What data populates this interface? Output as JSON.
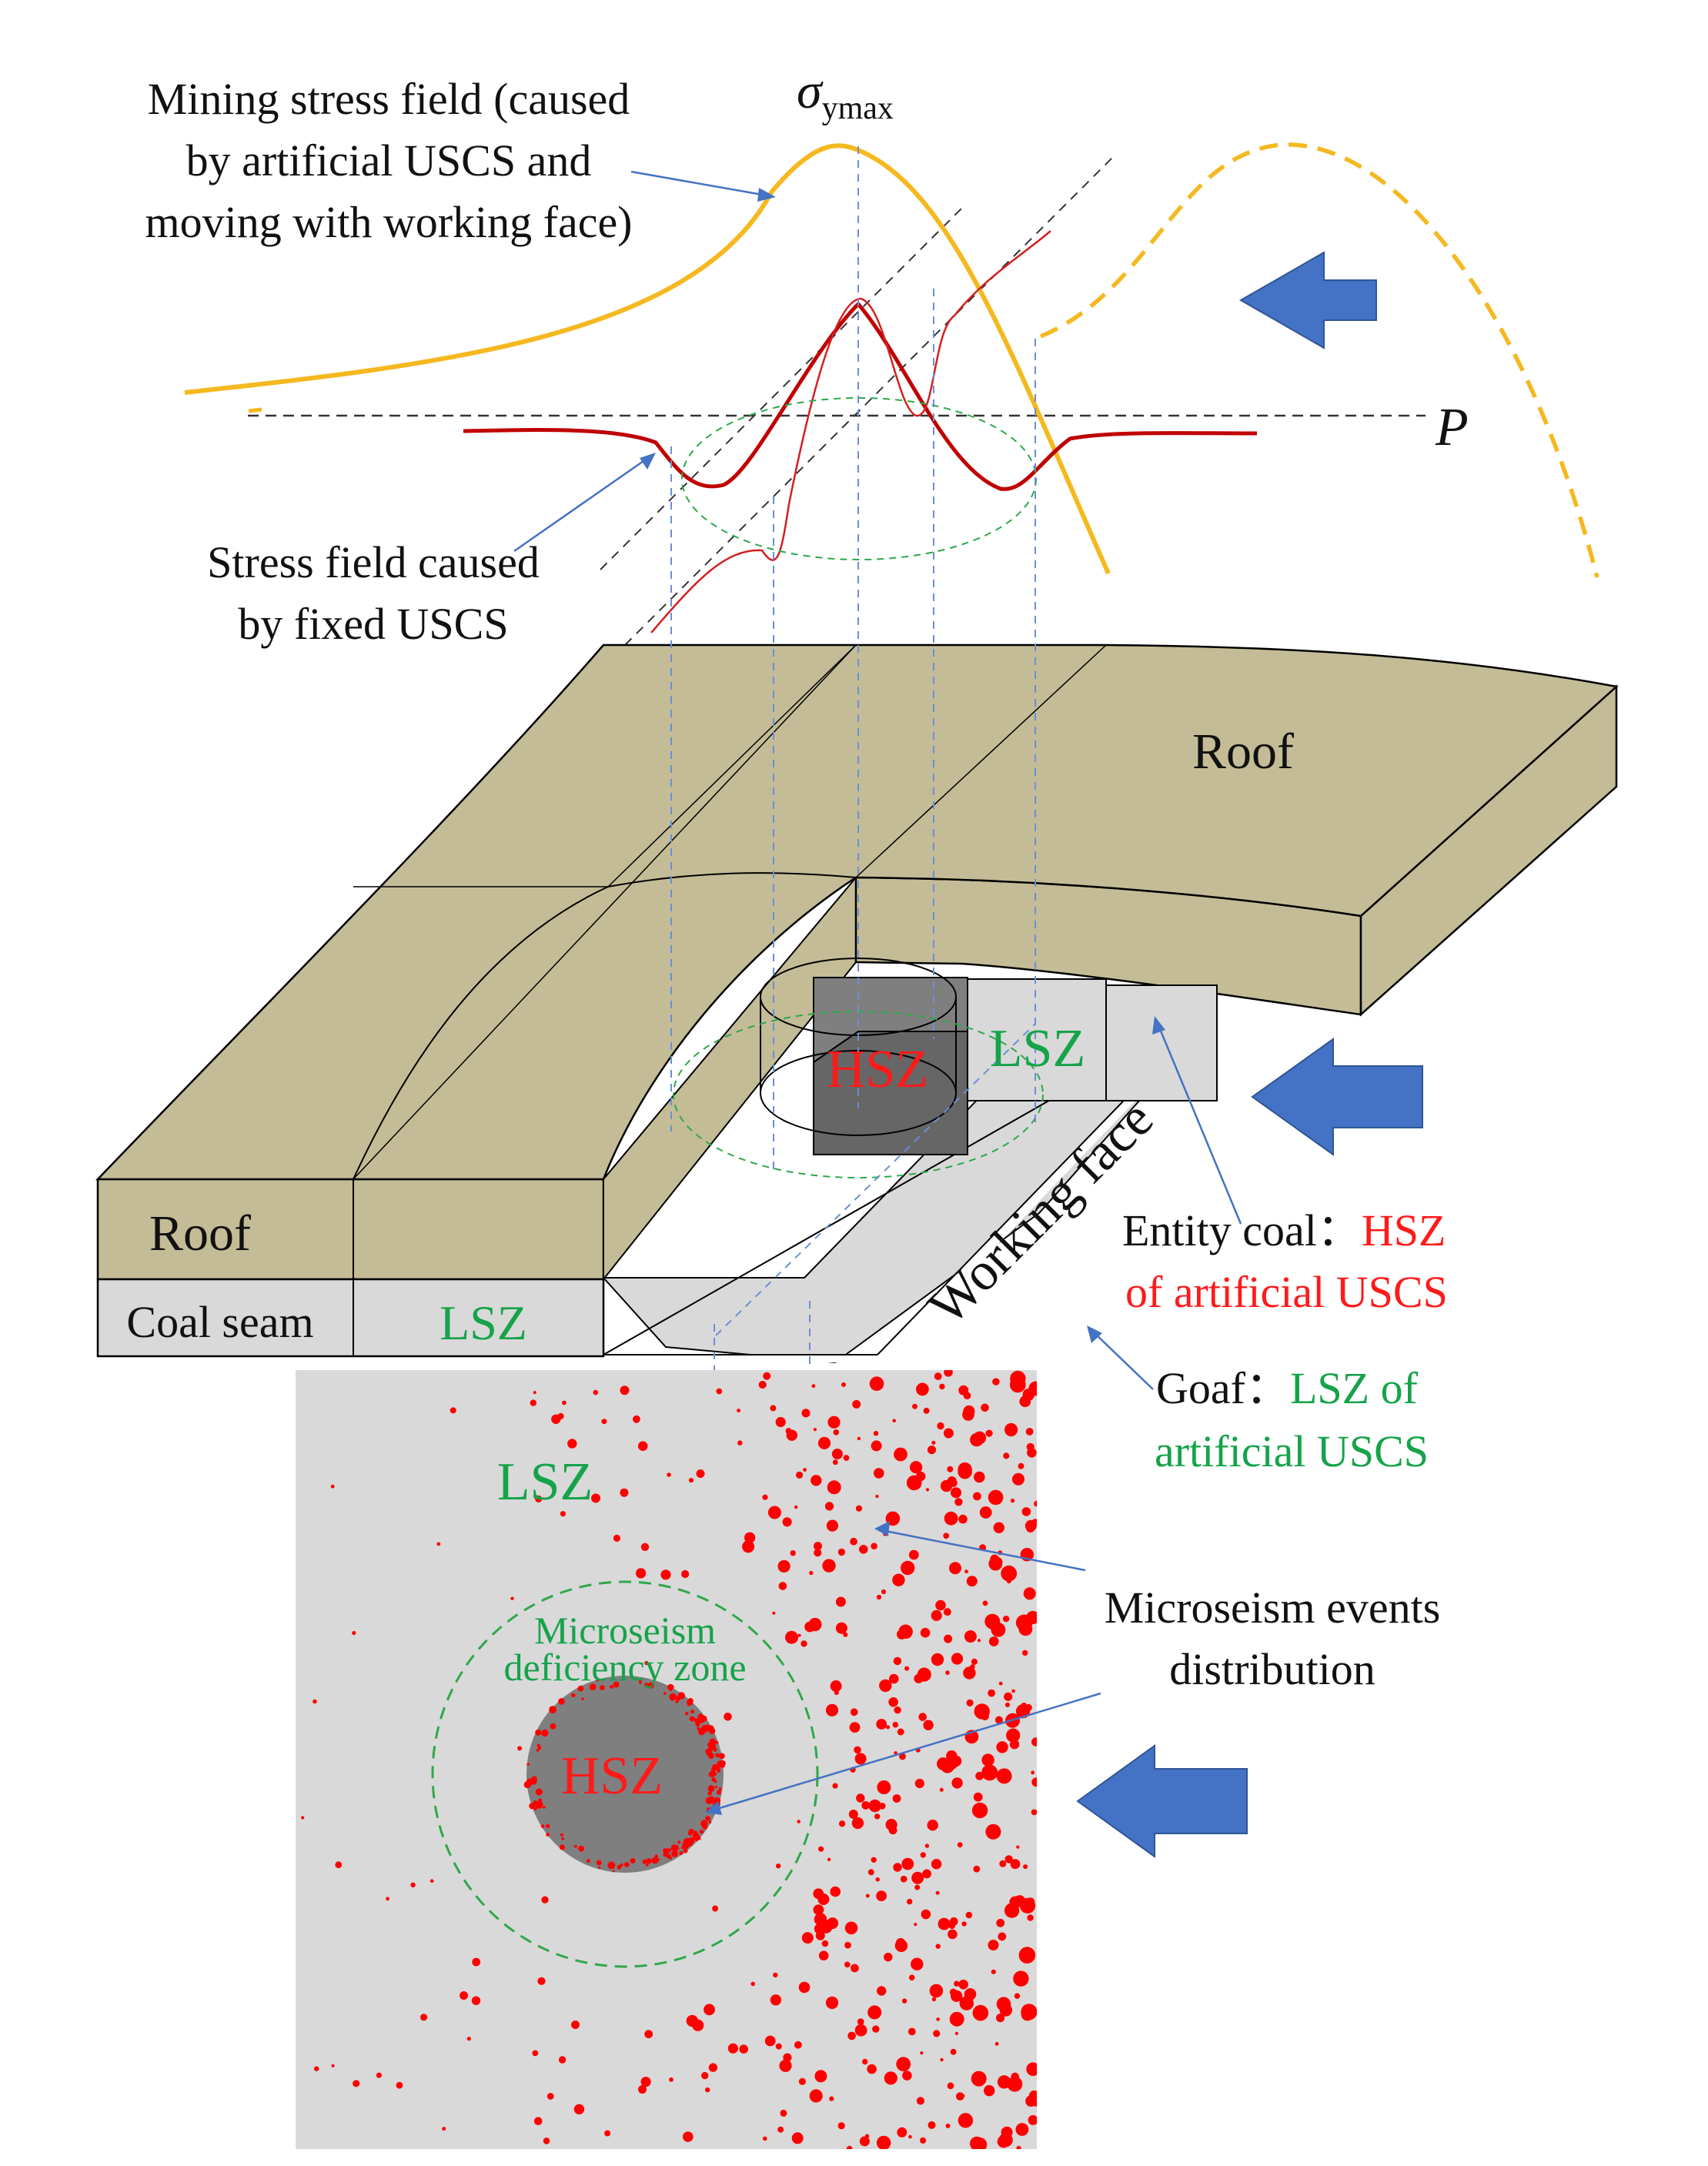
{
  "labels": {
    "mining_stress_line1": "Mining stress field (caused",
    "mining_stress_line2": "by artificial USCS and",
    "mining_stress_line3": "moving with working face)",
    "sigma_symbol": "σ",
    "sigma_subscript": "ymax",
    "p_axis": "P",
    "fixed_stress_line1": "Stress field caused",
    "fixed_stress_line2": "by fixed USCS",
    "roof_top": "Roof",
    "roof_front": "Roof",
    "coal_seam": "Coal seam",
    "lsz_front": "LSZ",
    "hsz_block": "HSZ",
    "lsz_block": "LSZ",
    "working_face": "Working face",
    "entity_coal_prefix": "Entity coal：",
    "entity_coal_hsz": "HSZ",
    "entity_coal_line2": "of artificial USCS",
    "goaf_prefix": "Goaf：",
    "goaf_lsz": "LSZ of",
    "goaf_line2": "artificial USCS",
    "lsz_map": "LSZ",
    "deficiency_line1": "Microseism",
    "deficiency_line2": "deficiency zone",
    "hsz_map": "HSZ",
    "events_line1": "Microseism events",
    "events_line2": "distribution"
  },
  "colors": {
    "roof": "#c4bc96",
    "coal": "#d9d9d9",
    "hsz_gray": "#7f7f7f",
    "hsz_dark": "#666666",
    "mining_curve": "#f5b81f",
    "fixed_curve": "#c00000",
    "green_text": "#16a34a",
    "red_text": "#ff1a1a",
    "arrow_blue": "#4472c4",
    "guide_blue": "#6b8fd6",
    "dot_red": "#ff0000",
    "map_bg": "#d9d9d9"
  },
  "icons": {
    "direction_arrow": "left-arrow-icon"
  }
}
